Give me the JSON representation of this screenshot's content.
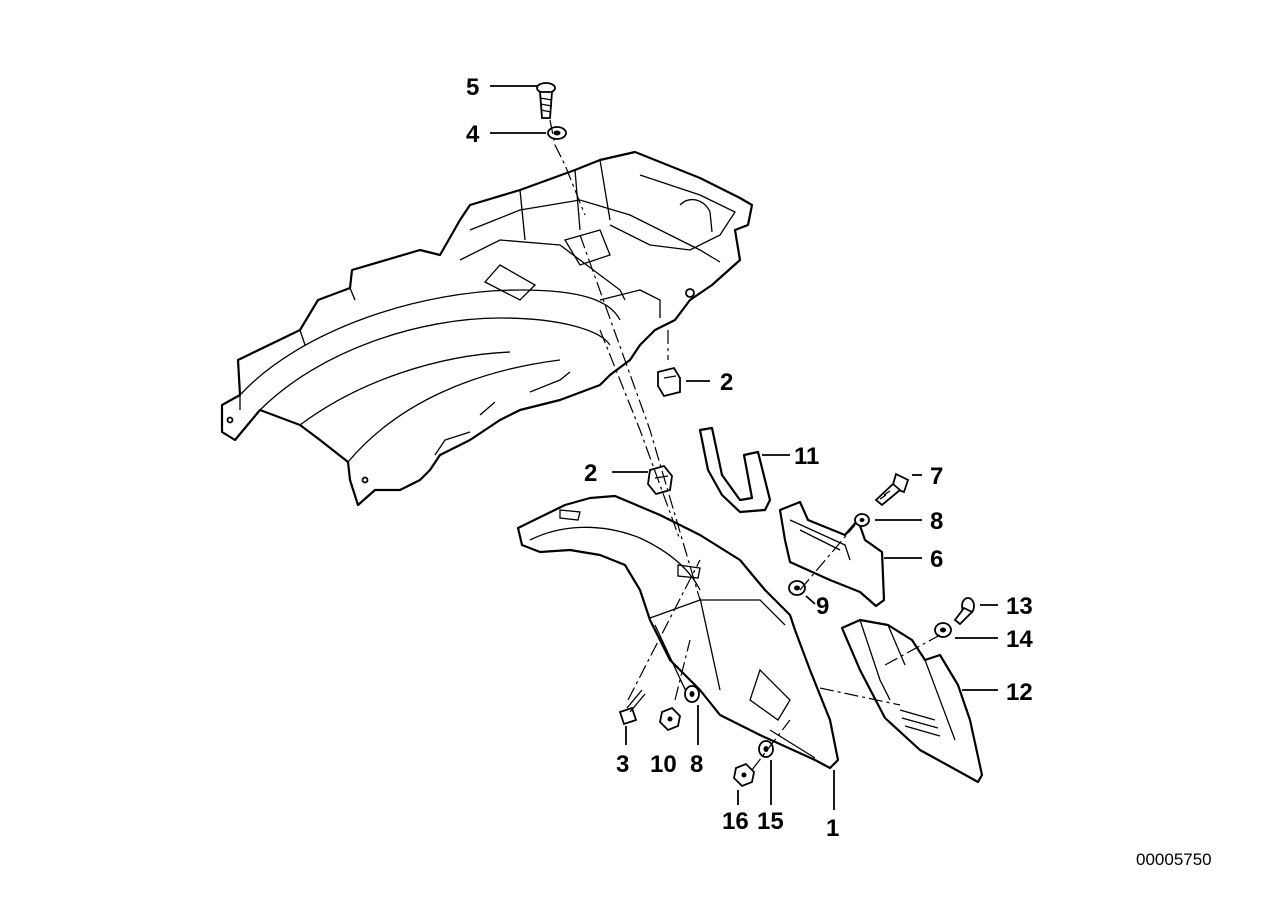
{
  "drawing": {
    "doc_number": "00005750"
  },
  "callouts": {
    "c1": "1",
    "c2a": "2",
    "c2b": "2",
    "c3": "3",
    "c4": "4",
    "c5": "5",
    "c6": "6",
    "c7": "7",
    "c8a": "8",
    "c8b": "8",
    "c9": "9",
    "c10": "10",
    "c11": "11",
    "c12": "12",
    "c13": "13",
    "c14": "14",
    "c15": "15",
    "c16": "16"
  }
}
